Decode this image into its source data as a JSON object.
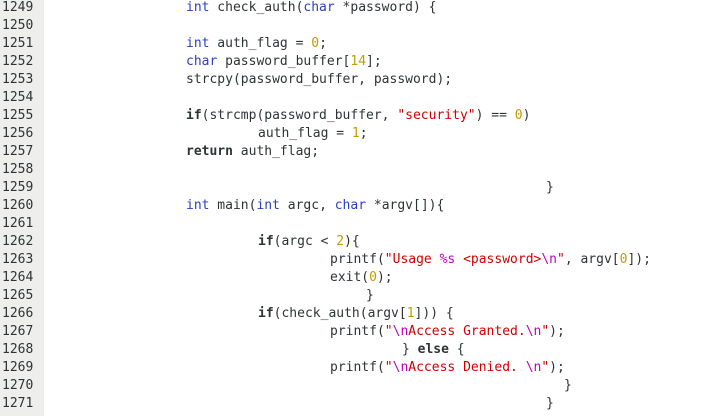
{
  "editor": {
    "lines": [
      {
        "number": "1249",
        "indent": 186,
        "tokens": [
          {
            "t": "type",
            "v": "int"
          },
          {
            "t": "plain",
            "v": " check_auth("
          },
          {
            "t": "type",
            "v": "char"
          },
          {
            "t": "plain",
            "v": " *password) {"
          }
        ]
      },
      {
        "number": "1250",
        "indent": 186,
        "tokens": []
      },
      {
        "number": "1251",
        "indent": 186,
        "tokens": [
          {
            "t": "type",
            "v": "int"
          },
          {
            "t": "plain",
            "v": " auth_flag = "
          },
          {
            "t": "num",
            "v": "0"
          },
          {
            "t": "plain",
            "v": ";"
          }
        ]
      },
      {
        "number": "1252",
        "indent": 186,
        "tokens": [
          {
            "t": "type",
            "v": "char"
          },
          {
            "t": "plain",
            "v": " password_buffer["
          },
          {
            "t": "num",
            "v": "14"
          },
          {
            "t": "plain",
            "v": "];"
          }
        ]
      },
      {
        "number": "1253",
        "indent": 186,
        "tokens": [
          {
            "t": "plain",
            "v": "strcpy(password_buffer, password);"
          }
        ]
      },
      {
        "number": "1254",
        "indent": 186,
        "tokens": []
      },
      {
        "number": "1255",
        "indent": 186,
        "tokens": [
          {
            "t": "kw",
            "v": "if"
          },
          {
            "t": "plain",
            "v": "(strcmp(password_buffer, "
          },
          {
            "t": "str",
            "v": "\"security\""
          },
          {
            "t": "plain",
            "v": ") == "
          },
          {
            "t": "num",
            "v": "0"
          },
          {
            "t": "plain",
            "v": ")"
          }
        ]
      },
      {
        "number": "1256",
        "indent": 258,
        "tokens": [
          {
            "t": "plain",
            "v": "auth_flag = "
          },
          {
            "t": "num",
            "v": "1"
          },
          {
            "t": "plain",
            "v": ";"
          }
        ]
      },
      {
        "number": "1257",
        "indent": 186,
        "tokens": [
          {
            "t": "kw",
            "v": "return"
          },
          {
            "t": "plain",
            "v": " auth_flag;"
          }
        ]
      },
      {
        "number": "1258",
        "indent": 186,
        "tokens": []
      },
      {
        "number": "1259",
        "indent": 546,
        "tokens": [
          {
            "t": "plain",
            "v": "}"
          }
        ]
      },
      {
        "number": "1260",
        "indent": 186,
        "tokens": [
          {
            "t": "type",
            "v": "int"
          },
          {
            "t": "plain",
            "v": " main("
          },
          {
            "t": "type",
            "v": "int"
          },
          {
            "t": "plain",
            "v": " argc, "
          },
          {
            "t": "type",
            "v": "char"
          },
          {
            "t": "plain",
            "v": " *argv[]){"
          }
        ]
      },
      {
        "number": "1261",
        "indent": 186,
        "tokens": []
      },
      {
        "number": "1262",
        "indent": 258,
        "tokens": [
          {
            "t": "kw",
            "v": "if"
          },
          {
            "t": "plain",
            "v": "(argc < "
          },
          {
            "t": "num",
            "v": "2"
          },
          {
            "t": "plain",
            "v": "){"
          }
        ]
      },
      {
        "number": "1263",
        "indent": 330,
        "tokens": [
          {
            "t": "plain",
            "v": "printf("
          },
          {
            "t": "str",
            "v": "\"Usage "
          },
          {
            "t": "esc",
            "v": "%s"
          },
          {
            "t": "str",
            "v": " <password>"
          },
          {
            "t": "esc",
            "v": "\\n"
          },
          {
            "t": "str",
            "v": "\""
          },
          {
            "t": "plain",
            "v": ", argv["
          },
          {
            "t": "num",
            "v": "0"
          },
          {
            "t": "plain",
            "v": "]);"
          }
        ]
      },
      {
        "number": "1264",
        "indent": 330,
        "tokens": [
          {
            "t": "plain",
            "v": "exit("
          },
          {
            "t": "num",
            "v": "0"
          },
          {
            "t": "plain",
            "v": ");"
          }
        ]
      },
      {
        "number": "1265",
        "indent": 366,
        "tokens": [
          {
            "t": "plain",
            "v": "}"
          }
        ]
      },
      {
        "number": "1266",
        "indent": 258,
        "tokens": [
          {
            "t": "kw",
            "v": "if"
          },
          {
            "t": "plain",
            "v": "(check_auth(argv["
          },
          {
            "t": "num",
            "v": "1"
          },
          {
            "t": "plain",
            "v": "])) {"
          }
        ]
      },
      {
        "number": "1267",
        "indent": 330,
        "tokens": [
          {
            "t": "plain",
            "v": "printf("
          },
          {
            "t": "str",
            "v": "\""
          },
          {
            "t": "esc",
            "v": "\\n"
          },
          {
            "t": "str",
            "v": "Access Granted."
          },
          {
            "t": "esc",
            "v": "\\n"
          },
          {
            "t": "str",
            "v": "\""
          },
          {
            "t": "plain",
            "v": ");"
          }
        ]
      },
      {
        "number": "1268",
        "indent": 402,
        "tokens": [
          {
            "t": "plain",
            "v": "} "
          },
          {
            "t": "kw",
            "v": "else"
          },
          {
            "t": "plain",
            "v": " {"
          }
        ]
      },
      {
        "number": "1269",
        "indent": 330,
        "tokens": [
          {
            "t": "plain",
            "v": "printf("
          },
          {
            "t": "str",
            "v": "\""
          },
          {
            "t": "esc",
            "v": "\\n"
          },
          {
            "t": "str",
            "v": "Access Denied. "
          },
          {
            "t": "esc",
            "v": "\\n"
          },
          {
            "t": "str",
            "v": "\""
          },
          {
            "t": "plain",
            "v": ");"
          }
        ]
      },
      {
        "number": "1270",
        "indent": 564,
        "tokens": [
          {
            "t": "plain",
            "v": "}"
          }
        ]
      },
      {
        "number": "1271",
        "indent": 546,
        "tokens": [
          {
            "t": "plain",
            "v": "}"
          }
        ]
      }
    ]
  }
}
